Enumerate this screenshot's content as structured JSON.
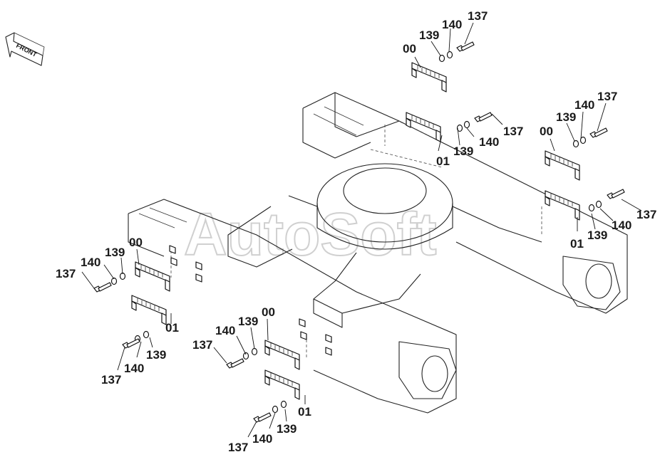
{
  "front_indicator": {
    "text": "FRONT"
  },
  "watermark": {
    "text": "AutoSoft"
  },
  "callouts": {
    "tr_137": "137",
    "tr_140": "140",
    "tr_139": "139",
    "tr_00": "00",
    "tr_137b": "137",
    "tr_140b": "140",
    "tr_139b": "139",
    "tr_01": "01",
    "r_137": "137",
    "r_140": "140",
    "r_139": "139",
    "r_00": "00",
    "r_137b": "137",
    "r_140b": "140",
    "r_139b": "139",
    "r_01": "01",
    "l_137": "137",
    "l_140": "140",
    "l_139": "139",
    "l_00": "00",
    "l_01": "01",
    "l_139b": "139",
    "l_140b": "140",
    "l_137b": "137",
    "m_137": "137",
    "m_140": "140",
    "m_139": "139",
    "m_00": "00",
    "m_01": "01",
    "m_139b": "139",
    "m_140b": "140",
    "m_137b": "137"
  }
}
